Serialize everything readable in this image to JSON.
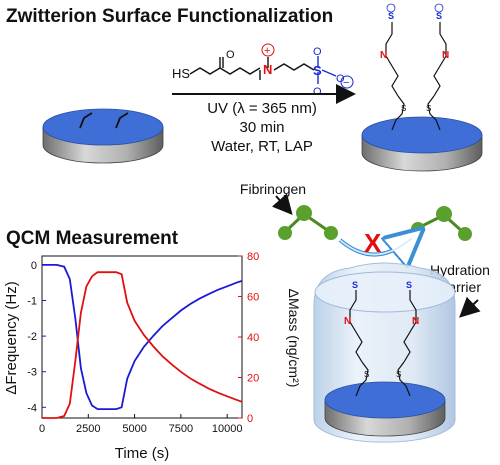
{
  "titles": {
    "top": "Zwitterion Surface Functionalization",
    "qcm": "QCM Measurement"
  },
  "reaction": {
    "line1": "UV (λ = 365 nm)",
    "line2": "30 min",
    "line3": "Water, RT, LAP"
  },
  "molecule": {
    "thiol_label": "HS",
    "amine_label": "N",
    "sulfur_label": "S",
    "oxygen_label": "O",
    "ring_s_label": "S",
    "plus_sign": "+",
    "minus_sign": "−"
  },
  "labels": {
    "fibrinogen": "Fibrinogen",
    "hydration_line1": "Hydration",
    "hydration_line2": "Barrier",
    "blocked": "X"
  },
  "colors": {
    "disk_top": "#3f6fd6",
    "frequency": "#1a1ad6",
    "mass": "#e01010",
    "fibrinogen": "#5aa02c",
    "barrier": "#c5d8ec"
  },
  "chart_data": {
    "type": "line",
    "xlabel": "Time (s)",
    "ylabel_left": "ΔFrequency (Hz)",
    "ylabel_right": "ΔMass (ng/cm²)",
    "xlim": [
      0,
      10800
    ],
    "ylim_left": [
      -4.3,
      0.25
    ],
    "ylim_right": [
      0,
      80
    ],
    "x_ticks": [
      "0",
      "2500",
      "5000",
      "7500",
      "10000"
    ],
    "y_left_ticks": [
      "0",
      "-1",
      "-2",
      "-3",
      "-4"
    ],
    "y_right_ticks": [
      "80",
      "60",
      "40",
      "20",
      "0"
    ],
    "series": [
      {
        "name": "ΔFrequency (Hz)",
        "axis": "left",
        "x": [
          0,
          800,
          1200,
          1500,
          1800,
          2100,
          2400,
          2700,
          3000,
          3500,
          4000,
          4300,
          4600,
          5000,
          5500,
          6000,
          6500,
          7000,
          7500,
          8000,
          8500,
          9000,
          9500,
          10000,
          10500,
          10800
        ],
        "y": [
          0,
          0,
          -0.05,
          -0.4,
          -1.5,
          -2.9,
          -3.6,
          -3.95,
          -4.05,
          -4.05,
          -4.05,
          -4.0,
          -3.2,
          -2.7,
          -2.3,
          -2.0,
          -1.72,
          -1.5,
          -1.28,
          -1.1,
          -0.95,
          -0.82,
          -0.7,
          -0.6,
          -0.5,
          -0.45
        ]
      },
      {
        "name": "ΔMass (ng/cm²)",
        "axis": "right",
        "x": [
          0,
          800,
          1200,
          1500,
          1800,
          2100,
          2400,
          2700,
          3000,
          3500,
          4000,
          4300,
          4600,
          5000,
          5500,
          6000,
          6500,
          7000,
          7500,
          8000,
          8500,
          9000,
          9500,
          10000,
          10500,
          10800
        ],
        "y": [
          0,
          0,
          1,
          7,
          28,
          52,
          65,
          70,
          72,
          72,
          72,
          71,
          57,
          48,
          41,
          35.5,
          30.5,
          26.5,
          22.8,
          19.6,
          17,
          14.5,
          12.5,
          10.7,
          9,
          8
        ]
      }
    ]
  }
}
